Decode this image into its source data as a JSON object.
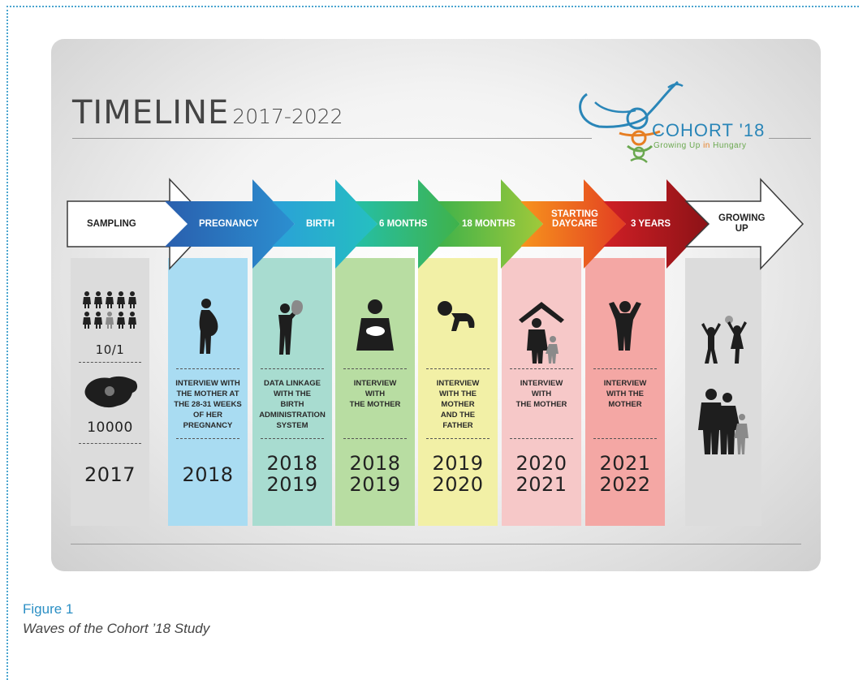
{
  "figure": {
    "title": "TIMELINE",
    "years": "2017-2022",
    "logo_name": "COHORT '18",
    "logo_tag_a": "Growing Up ",
    "logo_tag_in": "in",
    "logo_tag_b": " Hungary"
  },
  "stages": [
    {
      "id": "sampling",
      "label": "SAMPLING",
      "color": "#ffffff"
    },
    {
      "id": "pregnancy",
      "label": "PREGNANCY",
      "color": "#2d6fb8"
    },
    {
      "id": "birth",
      "label": "BIRTH",
      "color": "#25b3c7"
    },
    {
      "id": "six_months",
      "label": "6 MONTHS",
      "color": "#3bb24a"
    },
    {
      "id": "eighteen_months",
      "label": "18 MONTHS",
      "color": "#8cc63f"
    },
    {
      "id": "daycare",
      "label_1": "STARTING",
      "label_2": "DAYCARE",
      "color": "#f26522"
    },
    {
      "id": "three_years",
      "label": "3 YEARS",
      "color": "#a3161a"
    },
    {
      "id": "growing_up",
      "label_1": "GROWING",
      "label_2": "UP",
      "color": "#ffffff"
    }
  ],
  "sampling": {
    "ratio": "10/1",
    "count": "10000",
    "year": "2017"
  },
  "columns": [
    {
      "id": "pregnancy",
      "color": "#a9dcf2",
      "lines": [
        "INTERVIEW WITH",
        "THE MOTHER AT",
        "THE 28-31 WEEKS",
        "OF HER",
        "PREGNANCY"
      ],
      "years": [
        "2018"
      ]
    },
    {
      "id": "birth",
      "color": "#a8dcd0",
      "lines": [
        "DATA LINKAGE",
        "WITH THE",
        "BIRTH",
        "ADMINISTRATION",
        "SYSTEM"
      ],
      "years": [
        "2018",
        "2019"
      ]
    },
    {
      "id": "six_months",
      "color": "#b8dda2",
      "lines": [
        "INTERVIEW",
        "WITH",
        "THE MOTHER"
      ],
      "years": [
        "2018",
        "2019"
      ]
    },
    {
      "id": "eighteen_months",
      "color": "#f2f0a6",
      "lines": [
        "INTERVIEW",
        "WITH THE",
        "MOTHER",
        "AND THE",
        "FATHER"
      ],
      "years": [
        "2019",
        "2020"
      ]
    },
    {
      "id": "daycare",
      "color": "#f6c8c8",
      "lines": [
        "INTERVIEW",
        "WITH",
        "THE MOTHER"
      ],
      "years": [
        "2020",
        "2021"
      ]
    },
    {
      "id": "three_years",
      "color": "#f4a7a4",
      "lines": [
        "INTERVIEW",
        "WITH THE",
        "MOTHER"
      ],
      "years": [
        "2021",
        "2022"
      ]
    }
  ],
  "caption": {
    "title": "Figure 1",
    "subtitle": "Waves of the Cohort ’18 Study"
  }
}
